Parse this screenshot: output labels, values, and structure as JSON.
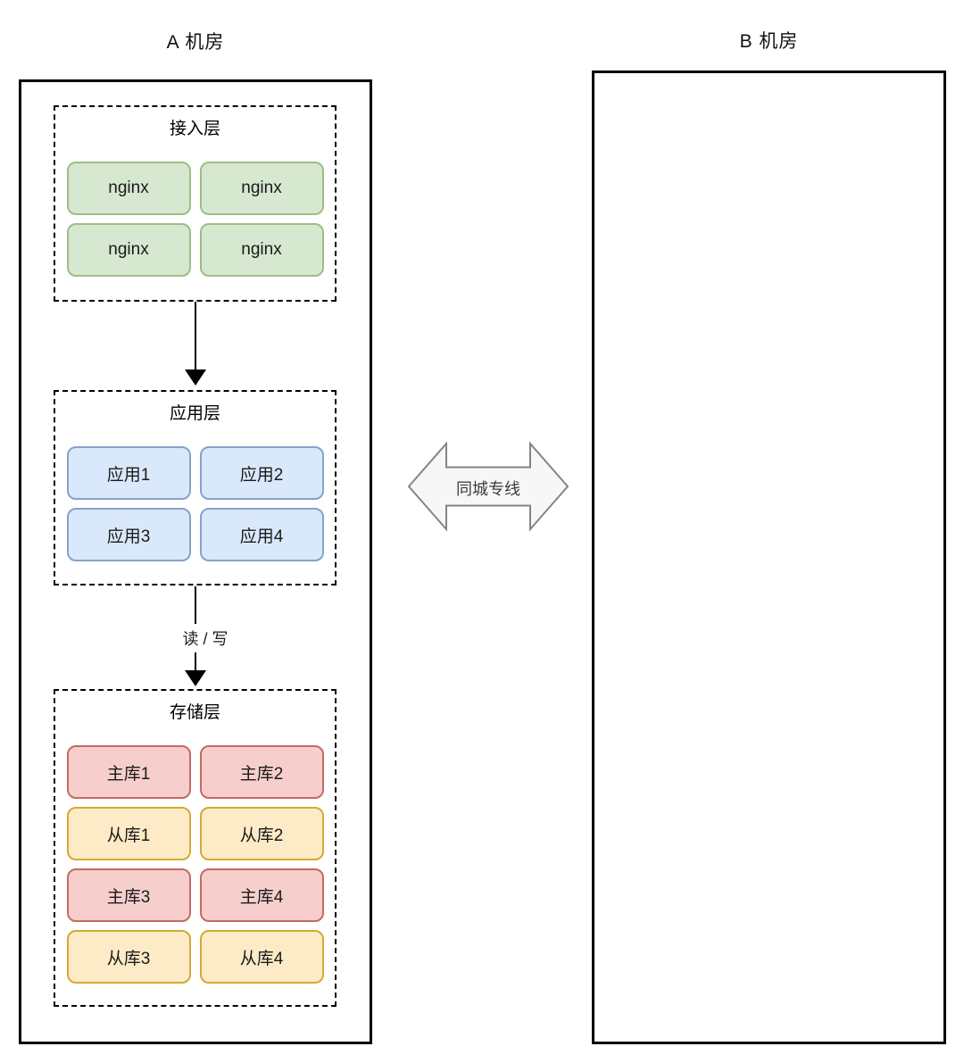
{
  "rooms": {
    "a": {
      "title": "A 机房",
      "layers": {
        "access": {
          "title": "接入层",
          "nodes": [
            "nginx",
            "nginx",
            "nginx",
            "nginx"
          ]
        },
        "app": {
          "title": "应用层",
          "nodes": [
            "应用1",
            "应用2",
            "应用3",
            "应用4"
          ]
        },
        "storage": {
          "title": "存储层",
          "nodes": [
            "主库1",
            "主库2",
            "从库1",
            "从库2",
            "主库3",
            "主库4",
            "从库3",
            "从库4"
          ]
        }
      },
      "rw_arrow_label": "读 / 写"
    },
    "b": {
      "title": "B 机房"
    }
  },
  "link": {
    "label": "同城专线"
  },
  "colors": {
    "nginx_fill": "#d7e8d1",
    "nginx_border": "#9dbe86",
    "app_fill": "#d9e8fb",
    "app_border": "#85a3c9",
    "master_db_fill": "#f6cfcc",
    "master_db_border": "#c56a62",
    "slave_db_fill": "#fdebc7",
    "slave_db_border": "#d4a934",
    "link_arrow_fill": "#f7f7f7",
    "link_arrow_border": "#848484",
    "outline": "#000000"
  }
}
